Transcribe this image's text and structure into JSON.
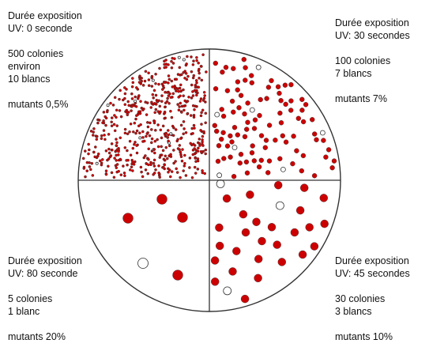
{
  "quadrants": {
    "top_left": {
      "title": "Durée exposition",
      "uv": "UV: 0 seconde",
      "colonies": "500 colonies",
      "colonies_2": "environ",
      "whites": "10 blancs",
      "mutants": "mutants 0,5%"
    },
    "top_right": {
      "title": "Durée exposition",
      "uv": "UV: 30 secondes",
      "colonies": "100 colonies",
      "whites": "7 blancs",
      "mutants": "mutants 7%"
    },
    "bottom_left": {
      "title": "Durée exposition",
      "uv": "UV: 80 seconde",
      "colonies": "5 colonies",
      "whites": "1 blanc",
      "mutants": "mutants 20%"
    },
    "bottom_right": {
      "title": "Durée exposition",
      "uv": "UV: 45 secondes",
      "colonies": "30 colonies",
      "whites": "3 blancs",
      "mutants": "mutants 10%"
    }
  },
  "colors": {
    "red_colony": "#cc0000",
    "white_colony": "#ffffff",
    "outline": "#333333"
  }
}
